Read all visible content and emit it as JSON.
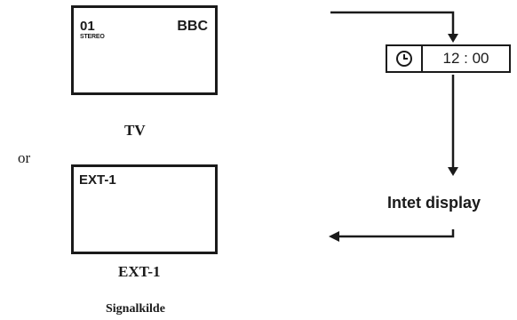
{
  "tv_screen": {
    "channel": "01",
    "sound": "STEREO",
    "station": "BBC"
  },
  "tv_caption": "TV",
  "or_label": "or",
  "ext_screen": {
    "source": "EXT-1"
  },
  "ext_caption": "EXT-1",
  "bottom_caption": "Signalkilde",
  "clock_display": {
    "icon": "clock-icon",
    "time": "12 : 00"
  },
  "no_display_label": "Intet display"
}
